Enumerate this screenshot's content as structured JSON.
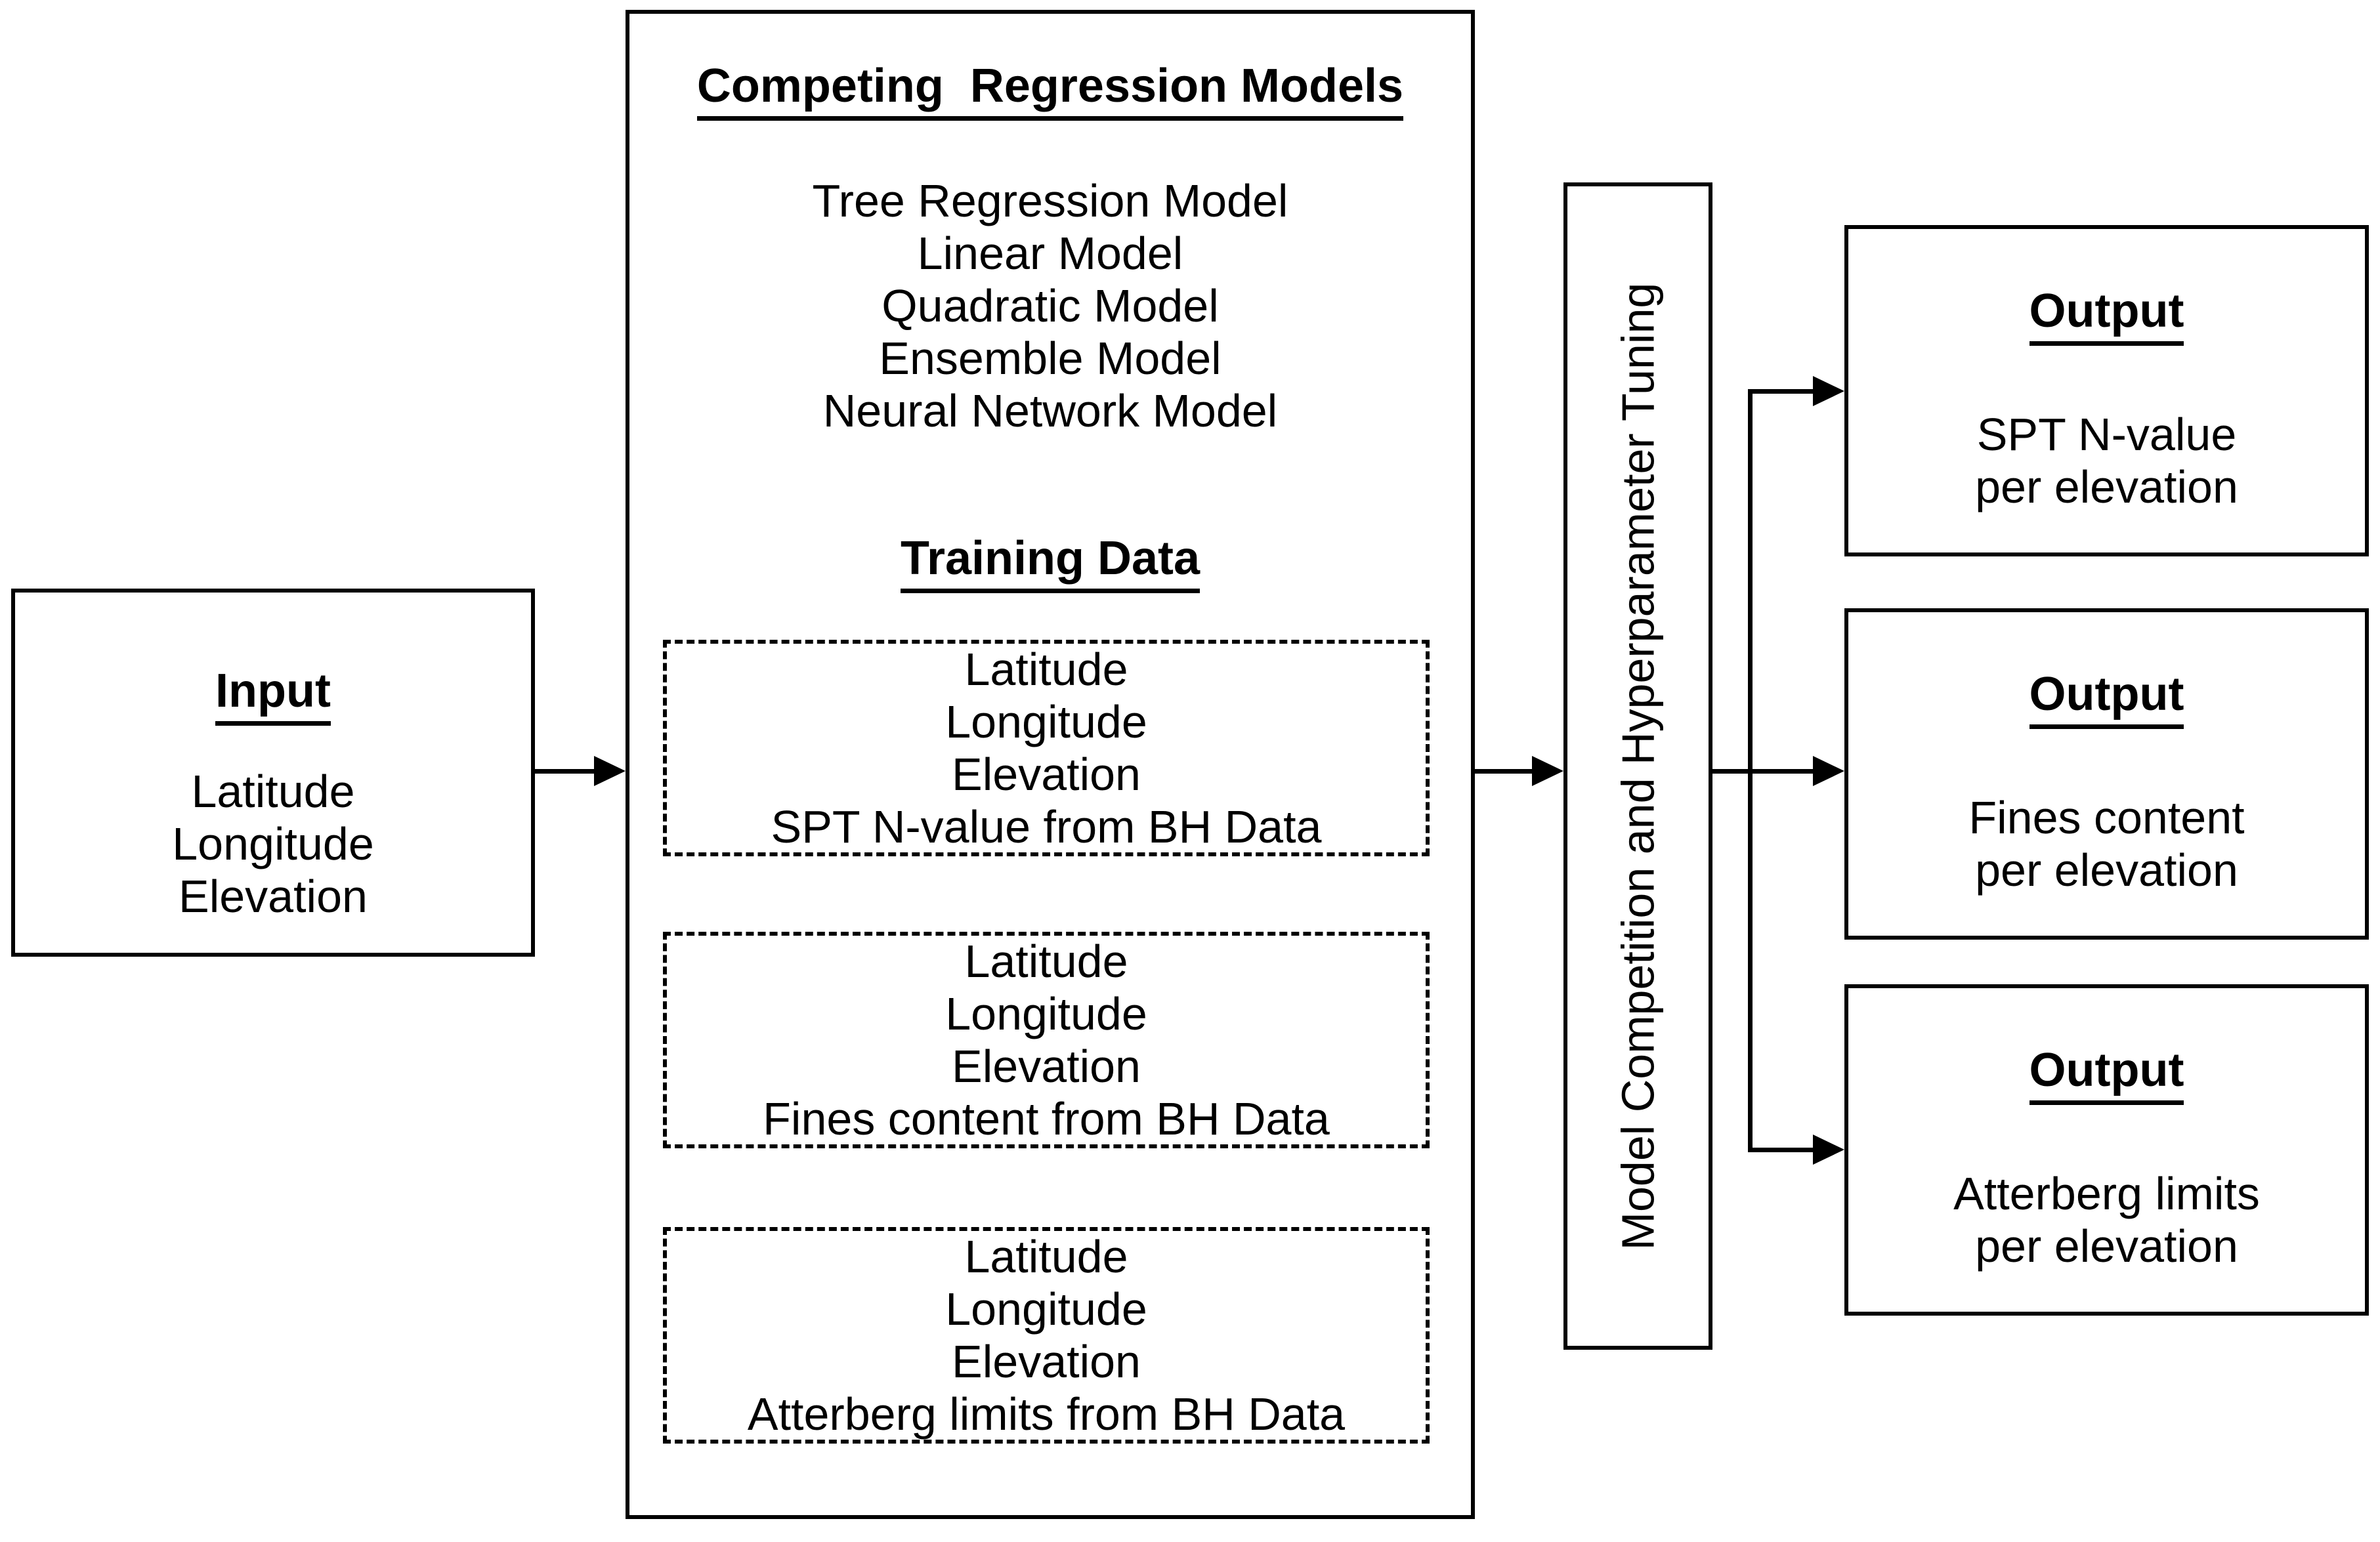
{
  "diagram": {
    "input": {
      "title": "Input",
      "items": [
        "Latitude",
        "Longitude",
        "Elevation"
      ]
    },
    "models": {
      "title": "Competing  Regression Models",
      "items": [
        "Tree Regression Model",
        "Linear Model",
        "Quadratic Model",
        "Ensemble Model",
        "Neural Network Model"
      ],
      "training": {
        "title": "Training Data",
        "boxes": [
          {
            "items": [
              "Latitude",
              "Longitude",
              "Elevation",
              "SPT N-value from BH Data"
            ]
          },
          {
            "items": [
              "Latitude",
              "Longitude",
              "Elevation",
              "Fines content from BH Data"
            ]
          },
          {
            "items": [
              "Latitude",
              "Longitude",
              "Elevation",
              "Atterberg limits from BH Data"
            ]
          }
        ]
      }
    },
    "tuning": {
      "label": "Model Competition and Hyperparameter Tuning"
    },
    "outputs": [
      {
        "title": "Output",
        "lines": [
          "SPT N-value",
          "per elevation"
        ]
      },
      {
        "title": "Output",
        "lines": [
          "Fines content",
          "per elevation"
        ]
      },
      {
        "title": "Output",
        "lines": [
          "Atterberg limits",
          "per elevation"
        ]
      }
    ],
    "colors": {
      "line": "#000000",
      "background": "#ffffff"
    }
  }
}
